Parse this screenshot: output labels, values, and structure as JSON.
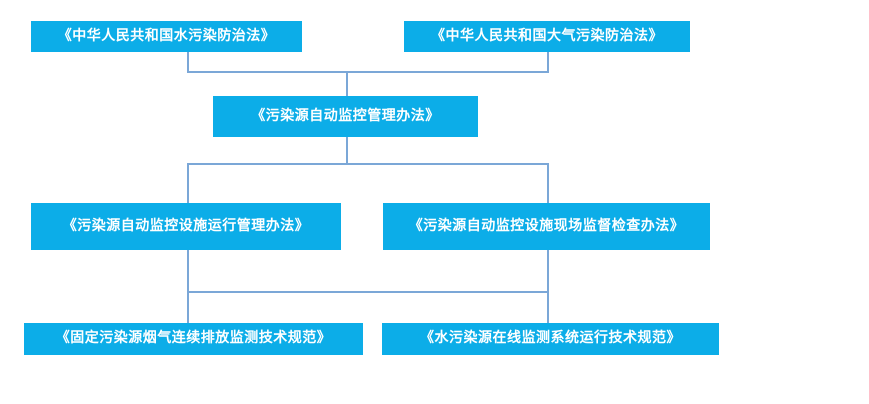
{
  "diagram": {
    "type": "hierarchy-flowchart",
    "title": "",
    "colors": {
      "node_fill": "#0CADE8",
      "node_text": "#FFFFFF",
      "connector": "#7BA7D7",
      "background": "#FFFFFF"
    },
    "levels": [
      {
        "level": 1,
        "nodes": [
          {
            "id": "n1",
            "label": "《中华人民共和国水污染防治法》"
          },
          {
            "id": "n2",
            "label": "《中华人民共和国大气污染防治法》"
          }
        ]
      },
      {
        "level": 2,
        "nodes": [
          {
            "id": "n3",
            "label": "《污染源自动监控管理办法》"
          }
        ]
      },
      {
        "level": 3,
        "nodes": [
          {
            "id": "n4",
            "label": "《污染源自动监控设施运行管理办法》"
          },
          {
            "id": "n5",
            "label": "《污染源自动监控设施现场监督检查办法》"
          }
        ]
      },
      {
        "level": 4,
        "nodes": [
          {
            "id": "n6",
            "label": "《固定污染源烟气连续排放监测技术规范》"
          },
          {
            "id": "n7",
            "label": "《水污染源在线监测系统运行技术规范》"
          }
        ]
      }
    ],
    "edges": [
      {
        "from": "n1",
        "to": "n3"
      },
      {
        "from": "n2",
        "to": "n3"
      },
      {
        "from": "n3",
        "to": "n4"
      },
      {
        "from": "n3",
        "to": "n5"
      },
      {
        "from": "n4",
        "to": "n6"
      },
      {
        "from": "n5",
        "to": "n7"
      }
    ]
  }
}
